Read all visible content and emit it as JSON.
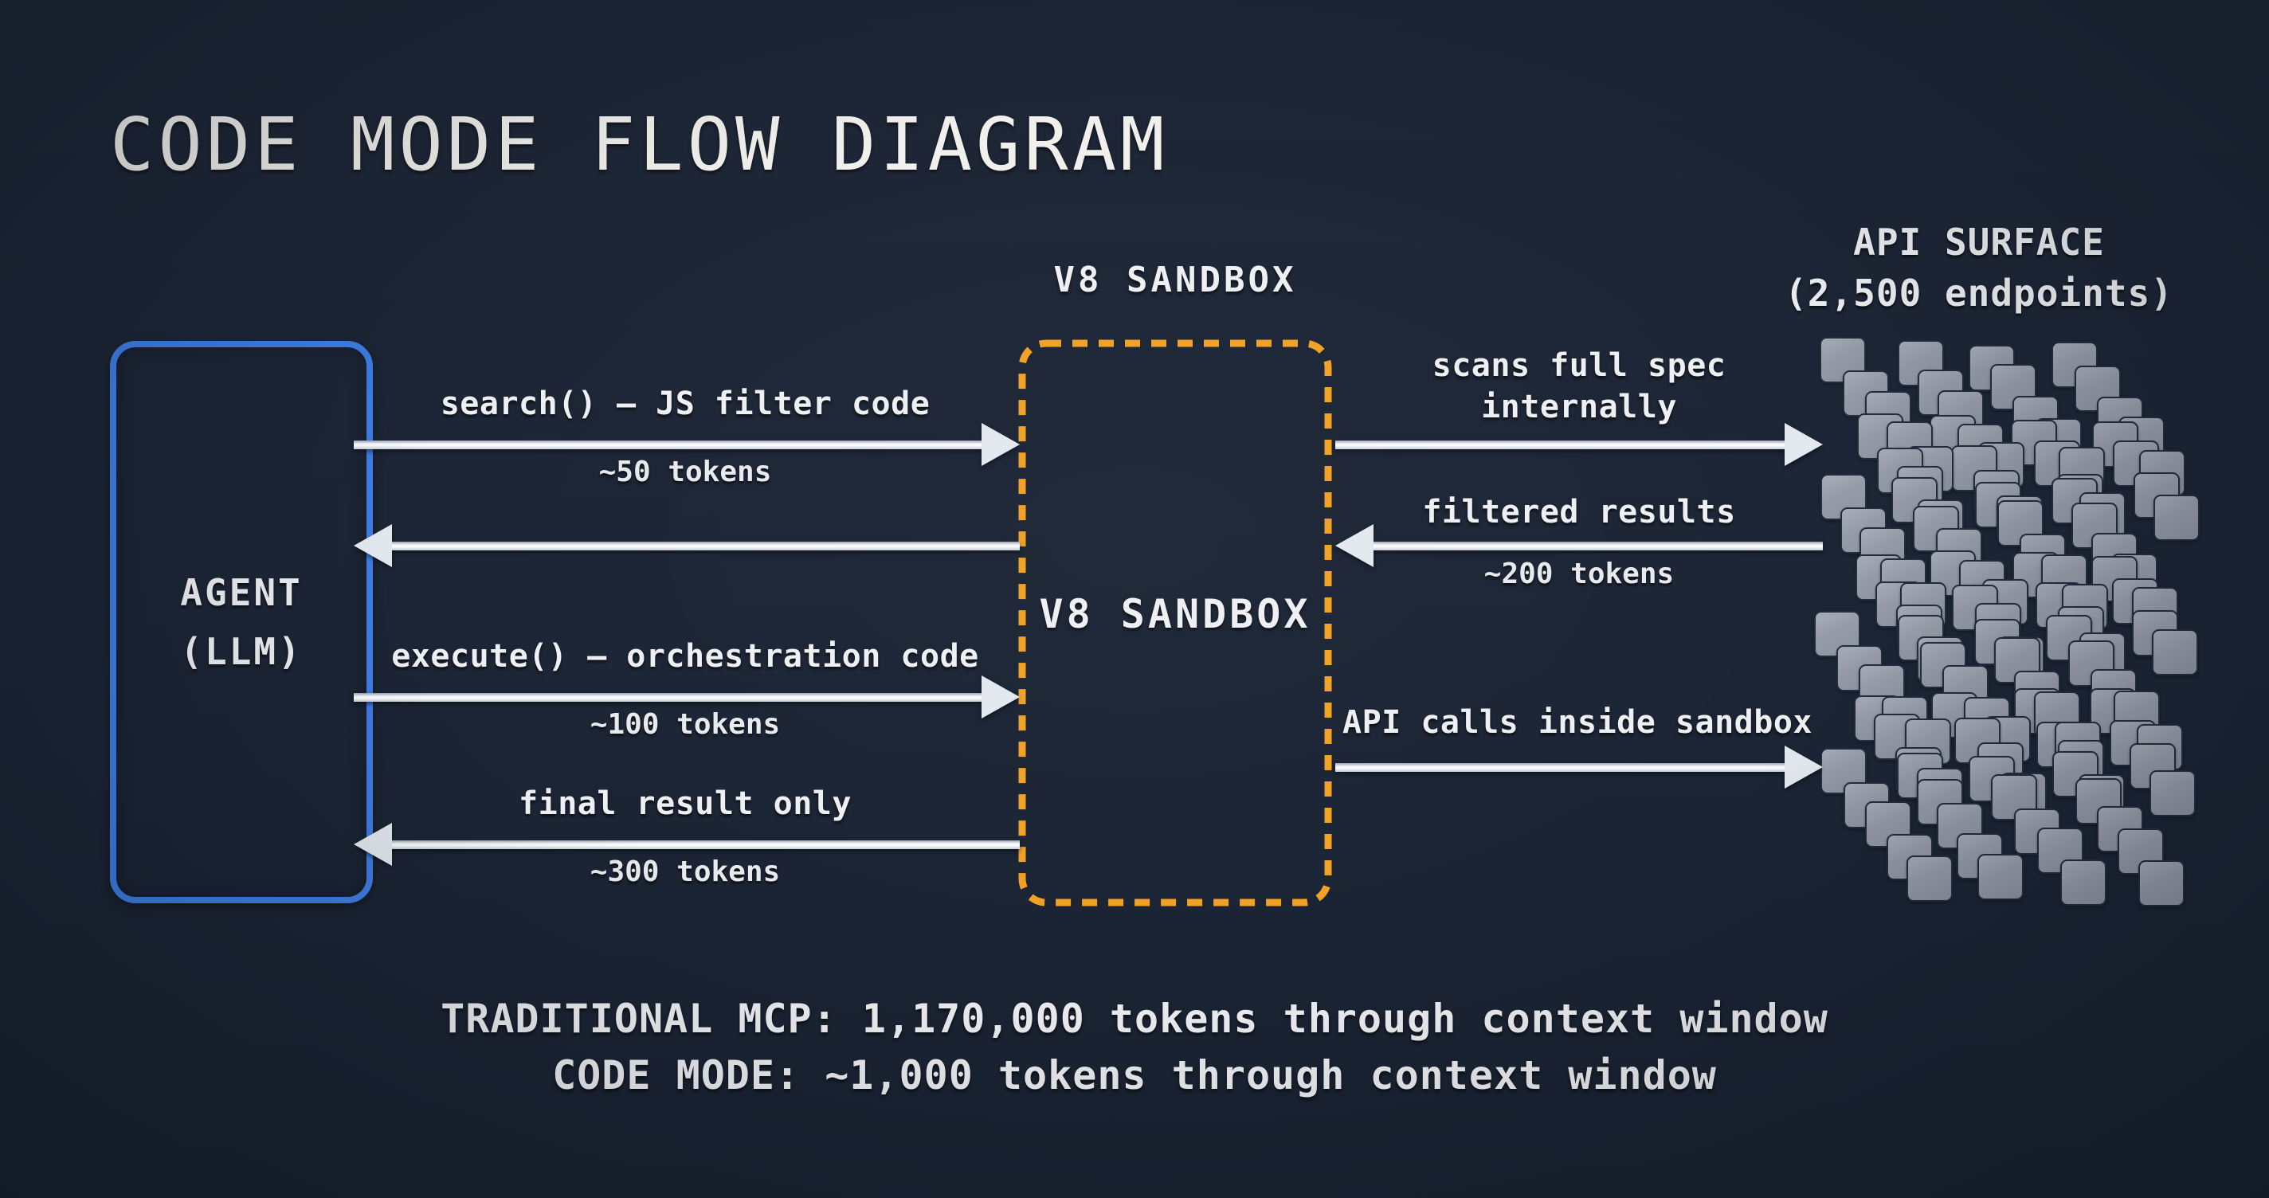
{
  "title": "CODE MODE FLOW DIAGRAM",
  "agent": {
    "line1": "AGENT",
    "line2": "(LLM)"
  },
  "sandbox": {
    "top_label": "V8 SANDBOX",
    "inner_label": "V8 SANDBOX"
  },
  "api_surface": {
    "title": "API SURFACE",
    "subtitle": "(2,500 endpoints)"
  },
  "flows": {
    "left": [
      {
        "label": "search() — JS filter code",
        "tokens": "~50 tokens",
        "direction": "right"
      },
      {
        "label": "",
        "tokens": "",
        "direction": "left"
      },
      {
        "label": "execute() — orchestration code",
        "tokens": "~100 tokens",
        "direction": "right"
      },
      {
        "label": "final result only",
        "tokens": "~300 tokens",
        "direction": "left"
      }
    ],
    "right": [
      {
        "label": "scans full spec",
        "label_line2": "internally",
        "tokens": "",
        "direction": "right"
      },
      {
        "label": "filtered results",
        "tokens": "~200 tokens",
        "direction": "left"
      },
      {
        "label": "API calls inside sandbox",
        "tokens": "",
        "direction": "right"
      }
    ]
  },
  "summary": {
    "line1": "TRADITIONAL MCP: 1,170,000 tokens through context window",
    "line2": "CODE MODE: ~1,000 tokens through context window"
  },
  "colors": {
    "background": "#1d2636",
    "agent_border": "#3e7de4",
    "sandbox_border": "#f1a126",
    "arrow": "#e4e9f0",
    "endpoint_square": "#959ca8",
    "text": "#eef0f3"
  }
}
